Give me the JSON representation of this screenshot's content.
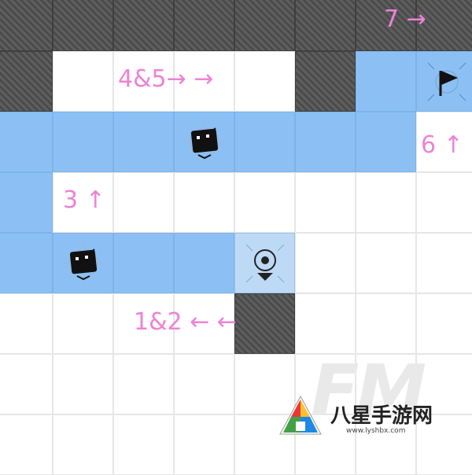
{
  "grid": {
    "rows": [
      [
        "wall",
        "wall",
        "wall",
        "wall",
        "wall",
        "wall",
        "wall",
        "wall"
      ],
      [
        "wall",
        "white",
        "white",
        "white",
        "white",
        "wall",
        "blue",
        "blue"
      ],
      [
        "blue",
        "blue",
        "blue",
        "blue",
        "blue",
        "blue",
        "blue",
        "white"
      ],
      [
        "blue",
        "white",
        "white",
        "white",
        "white",
        "white",
        "white",
        "white"
      ],
      [
        "blue",
        "blue",
        "blue",
        "blue",
        "light",
        "white",
        "white",
        "white"
      ],
      [
        "white",
        "white",
        "white",
        "white",
        "wall",
        "white",
        "white",
        "white"
      ],
      [
        "white",
        "white",
        "white",
        "white",
        "white",
        "white",
        "white",
        "white"
      ],
      [
        "white",
        "white",
        "white",
        "white",
        "white",
        "white",
        "white",
        "white"
      ]
    ]
  },
  "pieces": [
    {
      "type": "robot-block",
      "row": 2,
      "col": 3
    },
    {
      "type": "robot-block",
      "row": 4,
      "col": 1
    },
    {
      "type": "location-pin",
      "row": 4,
      "col": 4
    },
    {
      "type": "goal-flag",
      "row": 1,
      "col": 7
    }
  ],
  "annotations": {
    "step_7": "7 →",
    "step_45": "4&5→ →",
    "step_6": "6 ↑",
    "step_3": "3 ↑",
    "step_12": "1&2 ← ←"
  },
  "watermark": {
    "fm": "FM",
    "logo": "八星手游网",
    "url": "www.lyshbx.com"
  },
  "colors": {
    "annotation": "#ee82d6",
    "path": "#8cc0f4",
    "wall": "#555555"
  }
}
